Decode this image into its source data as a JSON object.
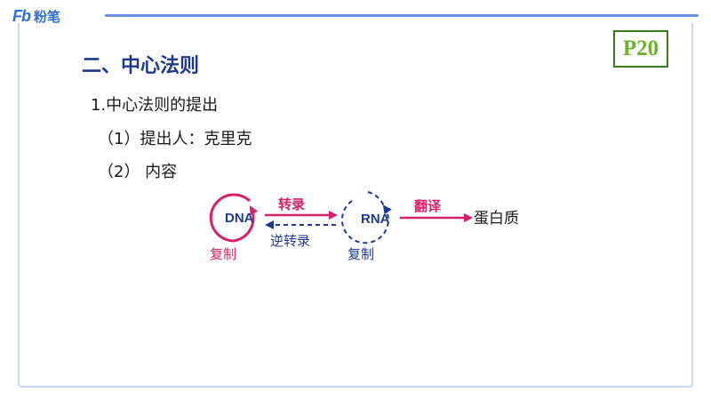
{
  "header": {
    "logo_mark": "Fb",
    "logo_text": "粉笔",
    "page_label": "P20"
  },
  "title": "二、中心法则",
  "lines": [
    "1.中心法则的提出",
    "（1）提出人：克里克",
    "（2） 内容"
  ],
  "diagram": {
    "nodes": {
      "dna": "DNA",
      "rna": "RNA",
      "protein": "蛋白质"
    },
    "labels": {
      "transcription": "转录",
      "reverse_transcription": "逆转录",
      "translation": "翻译",
      "dna_replication": "复制",
      "rna_replication": "复制"
    },
    "colors": {
      "pink": "#d6206a",
      "blue": "#1e3a8a"
    }
  }
}
